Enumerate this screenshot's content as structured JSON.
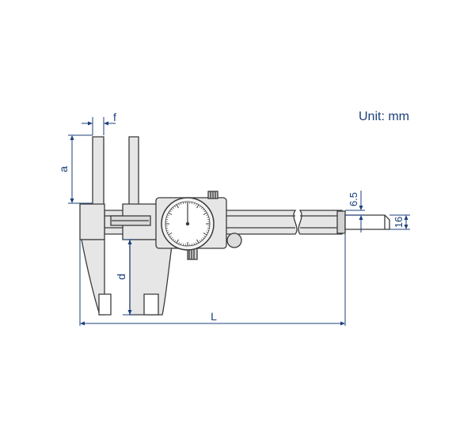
{
  "unit_label": "Unit: mm",
  "dimensions": {
    "a": "a",
    "f": "f",
    "d": "d",
    "L": "L",
    "tip_width": "6.5",
    "beam_width": "16"
  },
  "colors": {
    "outline": "#3a3a3a",
    "body_fill": "#e6e6e6",
    "dimension": "#1b3f7a",
    "text": "#1b3f7a"
  }
}
